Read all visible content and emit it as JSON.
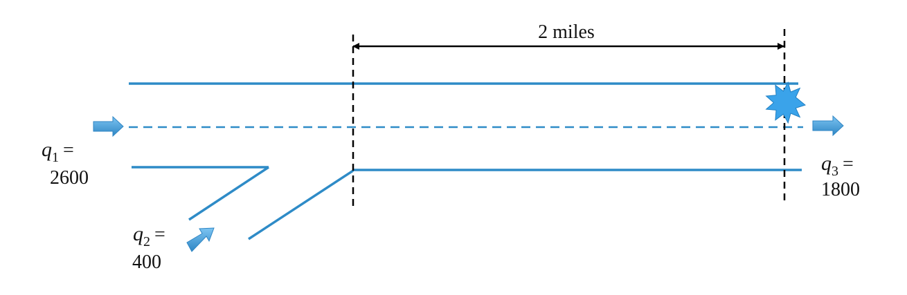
{
  "diagram": {
    "distance_label": "2 miles",
    "inflow": {
      "variable": "q",
      "subscript": "1",
      "equals": "=",
      "value": "2600"
    },
    "ramp": {
      "variable": "q",
      "subscript": "2",
      "equals": "=",
      "value": "400"
    },
    "outflow": {
      "variable": "q",
      "subscript": "3",
      "equals": "=",
      "value": "1800"
    },
    "colors": {
      "road": "#2e8bc7",
      "arrow": "#3d9bd8",
      "incident": "#3aa3ea",
      "dimension": "#000000"
    }
  }
}
